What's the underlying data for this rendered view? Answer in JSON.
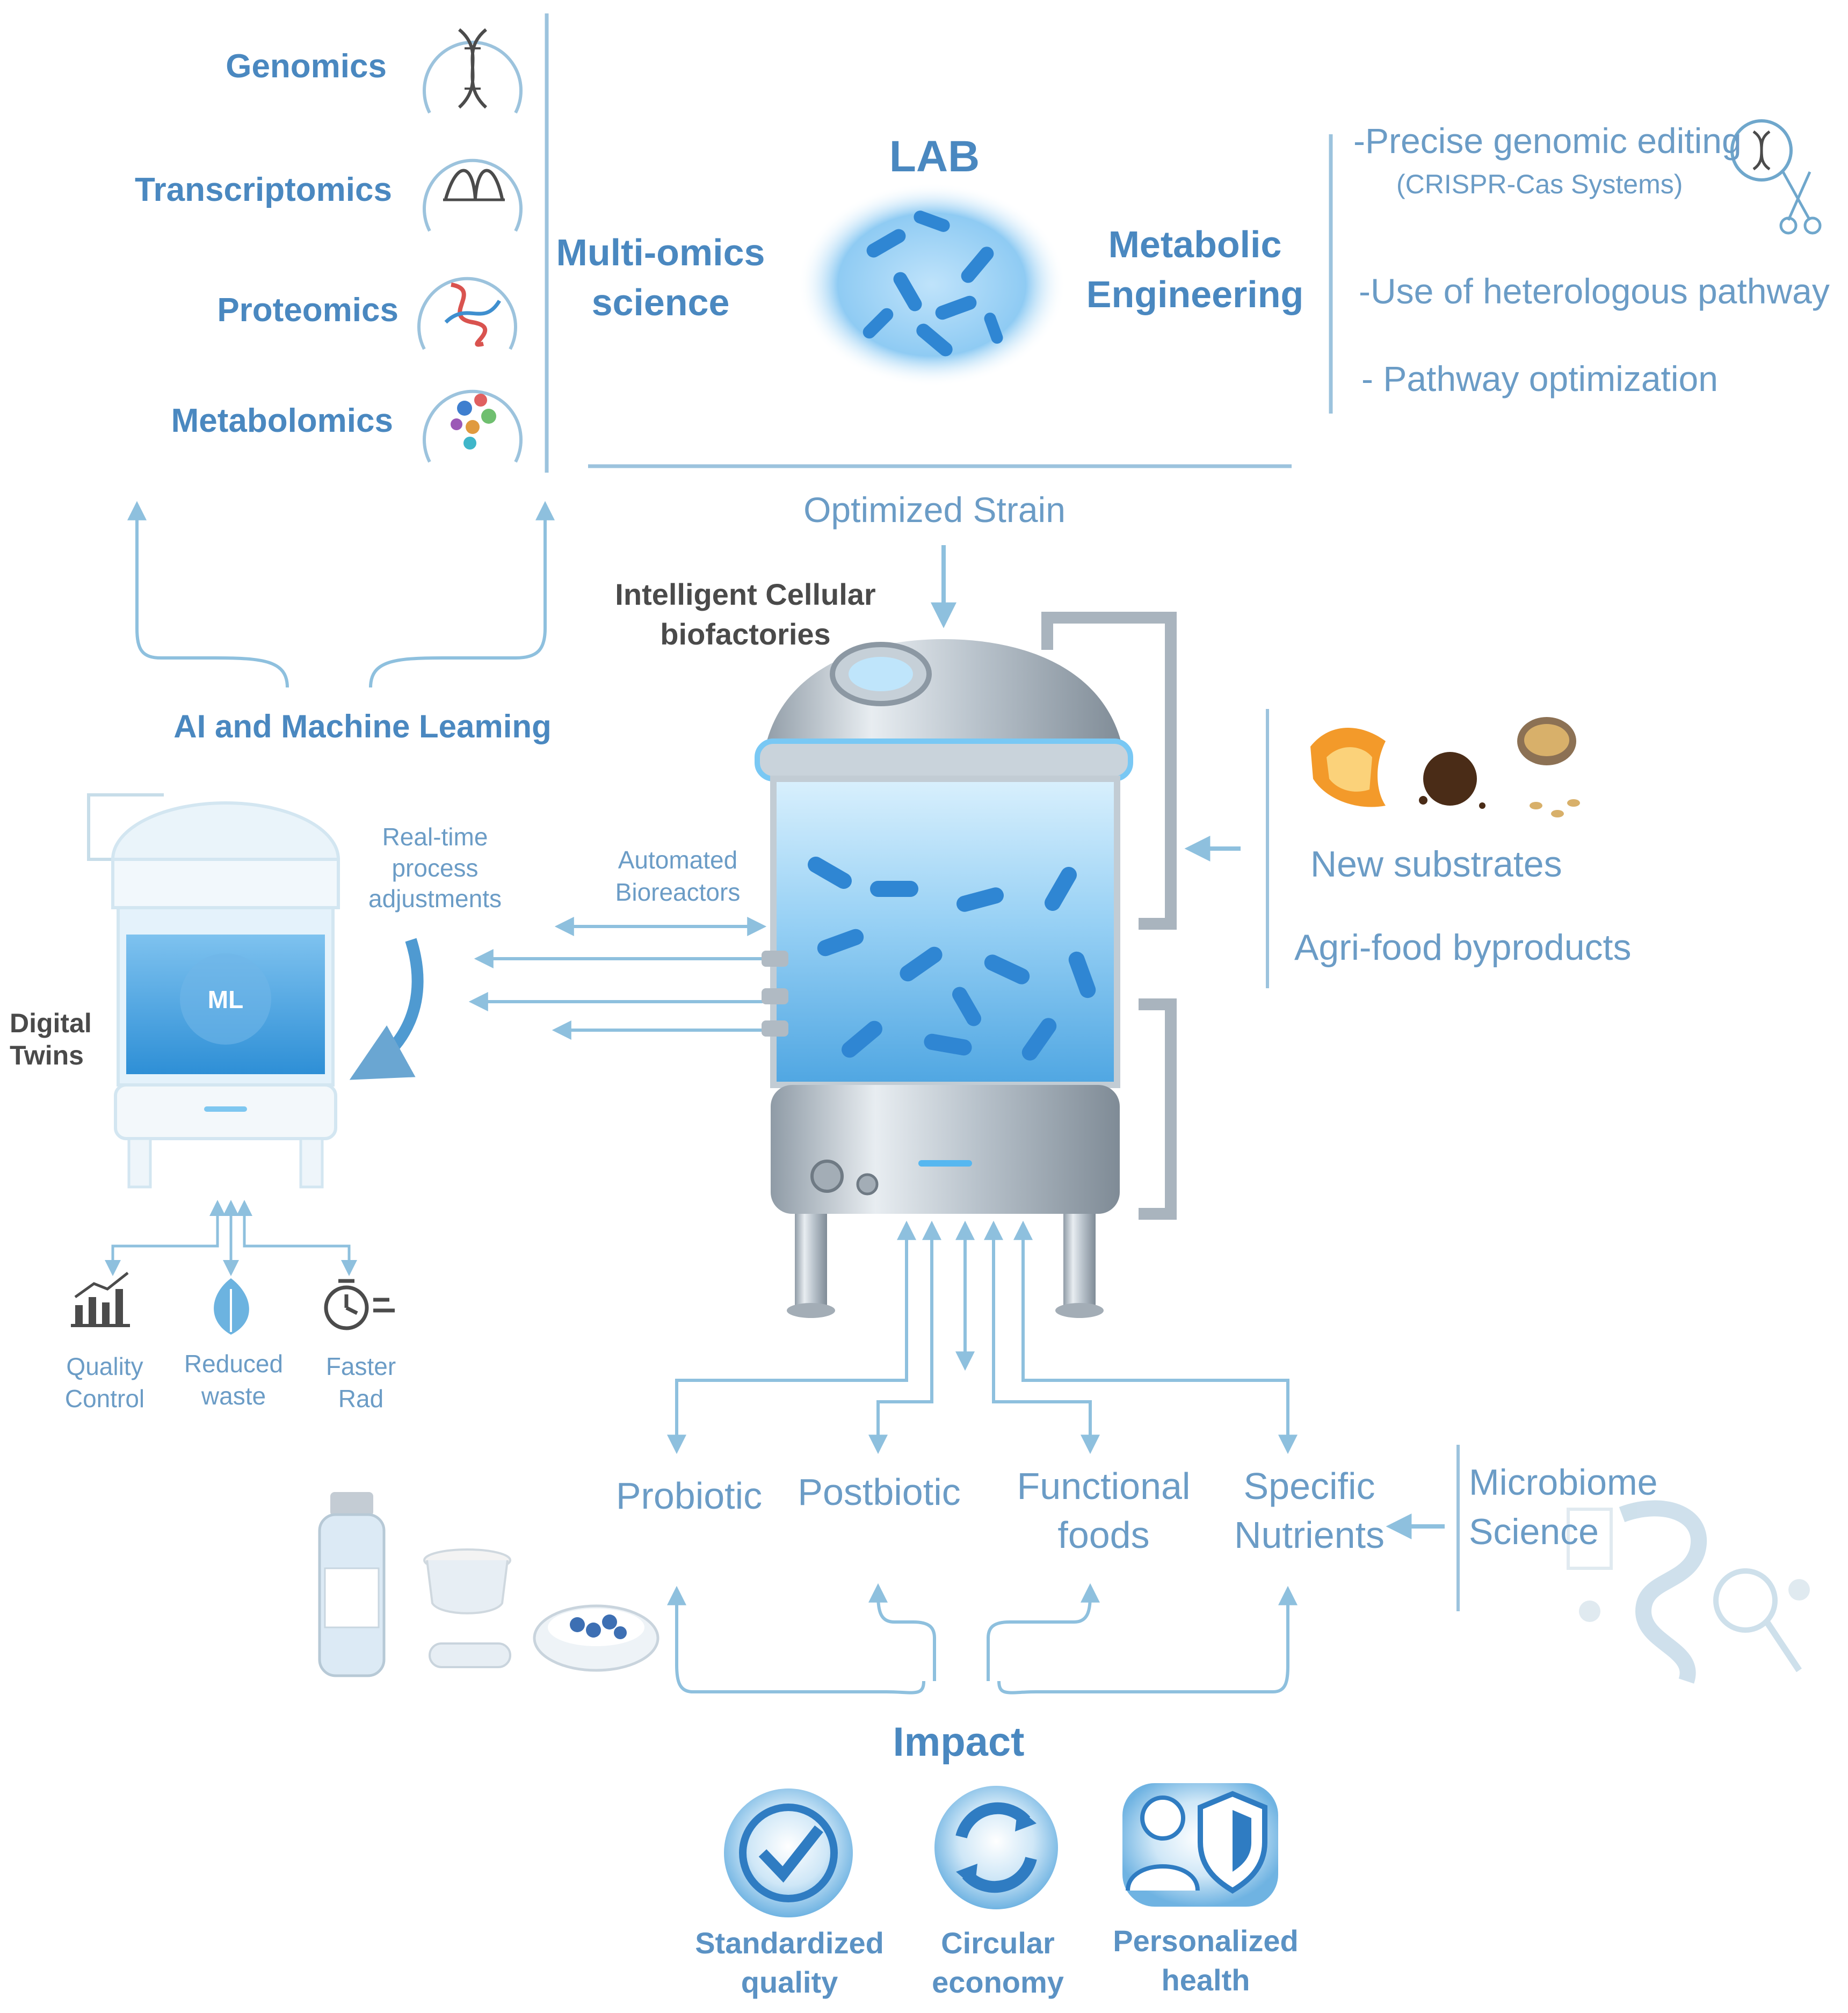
{
  "colors": {
    "primary": "#4a88c0",
    "light": "#6b9cc6",
    "line": "#9cc3dd",
    "arrow": "#8ec0de",
    "dark_text": "#4a4a4a"
  },
  "omics": {
    "heading_line1": "Multi-omics",
    "heading_line2": "science",
    "items": [
      {
        "label": "Genomics",
        "icon": "dna-icon"
      },
      {
        "label": "Transcriptomics",
        "icon": "rna-transcript-icon"
      },
      {
        "label": "Proteomics",
        "icon": "protein-chain-icon"
      },
      {
        "label": "Metabolomics",
        "icon": "metabolite-molecules-icon"
      }
    ]
  },
  "lab": {
    "title": "LAB",
    "output_label": "Optimized Strain"
  },
  "metabolic": {
    "heading_line1": "Metabolic",
    "heading_line2": "Engineering",
    "items": [
      {
        "text": "-Precise genomic editing",
        "sub": "(CRISPR-Cas Systems)"
      },
      {
        "text": "-Use of heterologous pathway"
      },
      {
        "text": "- Pathway optimization"
      }
    ]
  },
  "ai": {
    "label": "AI and Machine Leaming",
    "digital_twins_line1": "Digital",
    "digital_twins_line2": "Twins",
    "ml_badge": "ML",
    "realtime_line1": "Real-time",
    "realtime_line2": "process",
    "realtime_line3": "adjustments",
    "automated_line1": "Automated",
    "automated_line2": "Bioreactors"
  },
  "benefits": [
    {
      "line1": "Quality",
      "line2": "Control",
      "icon": "bar-chart-icon"
    },
    {
      "line1": "Reduced",
      "line2": "waste",
      "icon": "leaf-icon"
    },
    {
      "line1": "Faster",
      "line2": "Rad",
      "icon": "stopwatch-icon"
    }
  ],
  "biofactory": {
    "title_line1": "Intelligent Cellular",
    "title_line2": "biofactories"
  },
  "substrates": {
    "line1": "New substrates",
    "line2": "Agri-food byproducts"
  },
  "products": [
    {
      "line1": "Probiotic",
      "line2": ""
    },
    {
      "line1": "Postbiotic",
      "line2": ""
    },
    {
      "line1": "Functional",
      "line2": "foods"
    },
    {
      "line1": "Specific",
      "line2": "Nutrients"
    }
  ],
  "microbiome": {
    "line1": "Microbiome",
    "line2": "Science"
  },
  "impact": {
    "title": "Impact",
    "items": [
      {
        "line1": "Standardized",
        "line2": "quality",
        "icon": "checkmark-icon"
      },
      {
        "line1": "Circular",
        "line2": "economy",
        "icon": "circular-arrows-icon"
      },
      {
        "line1": "Personalized",
        "line2": "health",
        "icon": "person-shield-icon"
      }
    ]
  }
}
